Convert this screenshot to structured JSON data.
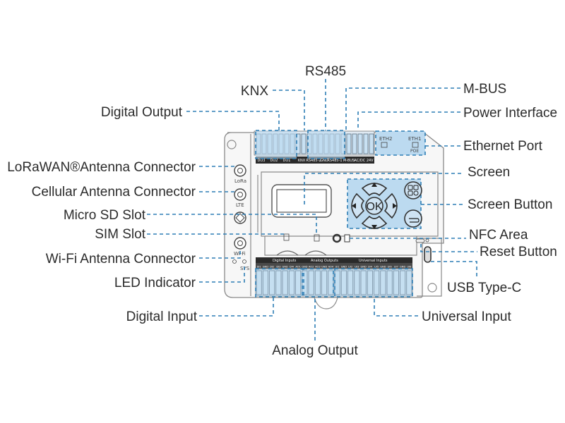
{
  "labels": {
    "rs485": "RS485",
    "knx": "KNX",
    "mbus": "M-BUS",
    "digital_output": "Digital Output",
    "power_interface": "Power Interface",
    "ethernet_port": "Ethernet Port",
    "lorawan_antenna": "LoRaWAN®Antenna Connector",
    "screen": "Screen",
    "cellular_antenna": "Cellular Antenna Connector",
    "screen_button": "Screen Button",
    "micro_sd": "Micro SD Slot",
    "sim_slot": "SIM Slot",
    "nfc_area": "NFC Area",
    "wifi_antenna": "Wi-Fi Antenna Connector",
    "reset_button": "Reset Button",
    "led_indicator": "LED Indicator",
    "usb_typec": "USB Type-C",
    "digital_input": "Digital Input",
    "universal_input": "Universal Input",
    "analog_output": "Analog Output"
  },
  "device": {
    "antenna_labels": {
      "lora": "LoRa",
      "lte": "LTE",
      "wifi": "Wi-Fi",
      "sys": "SYS"
    },
    "eth": {
      "eth2": "ETH2",
      "eth1": "ETH1",
      "poe": "POE"
    },
    "ok_button": "OK",
    "top_terminals": [
      "DO3",
      "DO2",
      "DO1",
      "KNX",
      "RS485-2",
      "GND",
      "RS485-1",
      "M-BUS",
      "AC/DC 24V"
    ],
    "bottom_groups": {
      "digital_inputs": "Digital Inputs",
      "analog_outputs": "Analog Outputs",
      "universal_inputs": "Universal Inputs"
    },
    "bottom_pins": [
      "DI1",
      "GND",
      "DI2",
      "DI3",
      "GND",
      "DI4",
      "AO1",
      "GND",
      "AO2",
      "AO3",
      "GND",
      "AO4",
      "UI1",
      "GND",
      "UI2",
      "UI3",
      "GND",
      "UI4",
      "UI5",
      "GND",
      "UI6",
      "UI7",
      "GND",
      "UI8"
    ]
  },
  "colors": {
    "accent": "#2f7fb5",
    "highlight": "#bcdaf0"
  }
}
